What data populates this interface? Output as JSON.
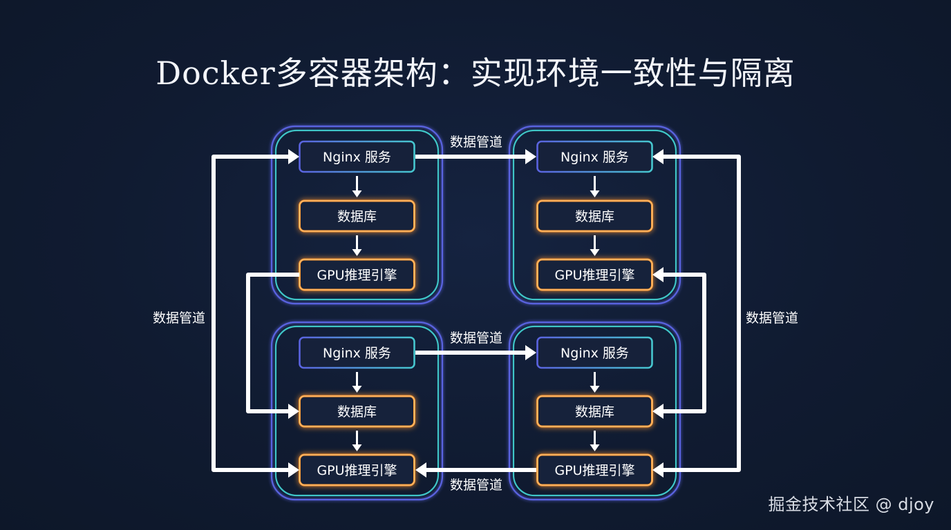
{
  "title": "Docker多容器架构：实现环境一致性与隔离",
  "colors": {
    "background": "#0f1a2e",
    "container_outer": "#5a63e0",
    "container_inner": "#3fc6c8",
    "nginx_border_outer": "#5a63e0",
    "nginx_border_inner": "#46c7cf",
    "service_border": "#f28a24",
    "service_glow": "#ff9a2e",
    "box_fill": "#16213a",
    "arrow": "#ffffff"
  },
  "containers": [
    {
      "id": "top-left",
      "services": [
        {
          "kind": "nginx",
          "label": "Nginx 服务"
        },
        {
          "kind": "db",
          "label": "数据库"
        },
        {
          "kind": "gpu",
          "label": "GPU推理引擎"
        }
      ]
    },
    {
      "id": "top-right",
      "services": [
        {
          "kind": "nginx",
          "label": "Nginx 服务"
        },
        {
          "kind": "db",
          "label": "数据库"
        },
        {
          "kind": "gpu",
          "label": "GPU推理引擎"
        }
      ]
    },
    {
      "id": "bottom-left",
      "services": [
        {
          "kind": "nginx",
          "label": "Nginx 服务"
        },
        {
          "kind": "db",
          "label": "数据库"
        },
        {
          "kind": "gpu",
          "label": "GPU推理引擎"
        }
      ]
    },
    {
      "id": "bottom-right",
      "services": [
        {
          "kind": "nginx",
          "label": "Nginx 服务"
        },
        {
          "kind": "db",
          "label": "数据库"
        },
        {
          "kind": "gpu",
          "label": "GPU推理引擎"
        }
      ]
    }
  ],
  "pipelines": {
    "top": "数据管道",
    "middle": "数据管道",
    "bottom": "数据管道",
    "left": "数据管道",
    "right": "数据管道"
  },
  "watermark": "掘金技术社区 @ djoy"
}
